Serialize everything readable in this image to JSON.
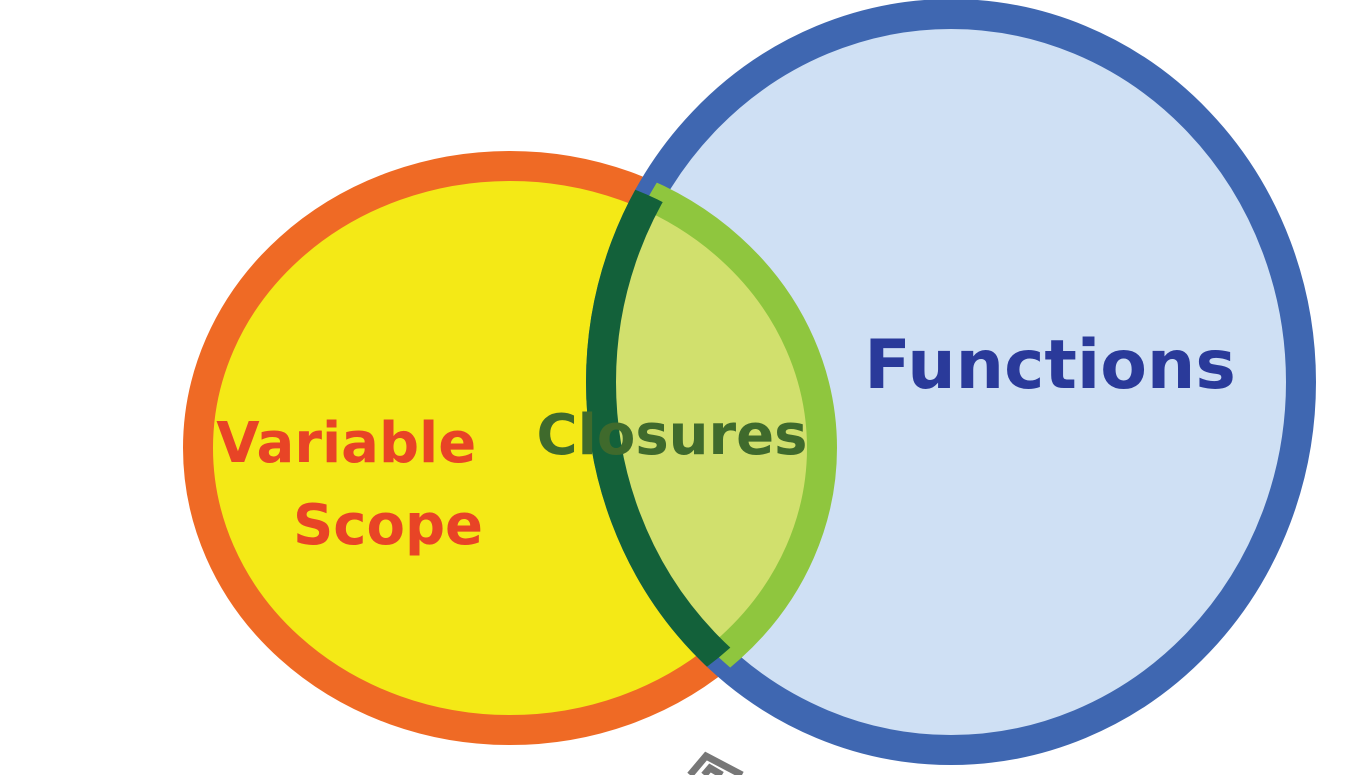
{
  "diagram": {
    "type": "venn",
    "sets": [
      {
        "id": "variable-scope",
        "label_lines": [
          "Variable",
          "Scope"
        ]
      },
      {
        "id": "functions",
        "label_lines": [
          "Functions"
        ]
      }
    ],
    "intersection": {
      "label": "Closures"
    },
    "colors": {
      "background": "#ffffff",
      "scope_fill": "#f4e916",
      "scope_stroke": "#ef6a25",
      "scope_text": "#e84426",
      "functions_fill": "#cfe0f4",
      "functions_stroke": "#3f67b1",
      "functions_text": "#2a3a9a",
      "overlap_fill": "#d1e06d",
      "overlap_stroke_inner": "#8fc63e",
      "overlap_stroke_dark": "#13613a",
      "closures_text": "#3f6a2c",
      "arrow": "#777777"
    }
  }
}
